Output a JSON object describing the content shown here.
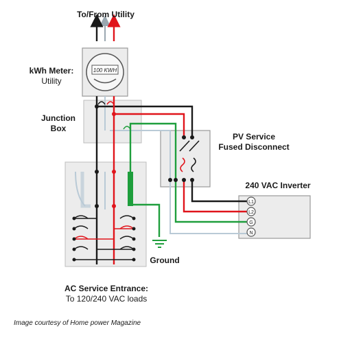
{
  "title": "To/From Utility",
  "meter": {
    "label": "kWh Meter:",
    "sublabel": "Utility",
    "display": "100 KWH"
  },
  "junction": {
    "label_line1": "Junction",
    "label_line2": "Box"
  },
  "pv_disconnect": {
    "label_line1": "PV Service",
    "label_line2": "Fused Disconnect"
  },
  "inverter": {
    "label": "240 VAC Inverter",
    "terminals": [
      "L1",
      "L2",
      "G",
      "N"
    ]
  },
  "ground": {
    "label": "Ground"
  },
  "service_entrance": {
    "label_line1": "AC Service Entrance:",
    "label_line2": "To 120/240 VAC loads"
  },
  "credit": "Image courtesy of Home power Magazine",
  "colors": {
    "hot_black": "#1a1a1a",
    "hot_red": "#e0141b",
    "ground_green": "#1e9e3c",
    "neutral_white": "#b9cad6",
    "box_fill": "#ececec",
    "box_stroke": "#bdbdbd"
  }
}
